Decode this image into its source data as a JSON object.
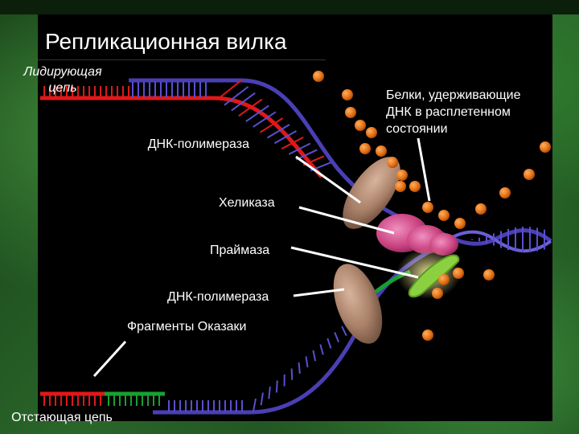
{
  "title": "Репликационная вилка",
  "labels": {
    "leading_strand": "Лидирующая цепь",
    "lagging_strand": "Отстающая цепь",
    "dna_polymerase_top": "ДНК-полимераза",
    "helicase": "Хеликаза",
    "primase": "Праймаза",
    "dna_polymerase_bottom": "ДНК-полимераза",
    "okazaki_fragments": "Фрагменты Оказаки",
    "ssb_proteins": "Белки, удерживающие ДНК в расплетенном состоянии"
  },
  "colors": {
    "backbone": "#4a3fb5",
    "template_rungs": "#5a4fd0",
    "new_strand_leading": "#e01818",
    "new_strand_lagging": "#18a030",
    "ssb_protein": "#e06a10",
    "helicase": "#d04a8a",
    "primase": "#8bd040",
    "polymerase": "#b89078"
  }
}
